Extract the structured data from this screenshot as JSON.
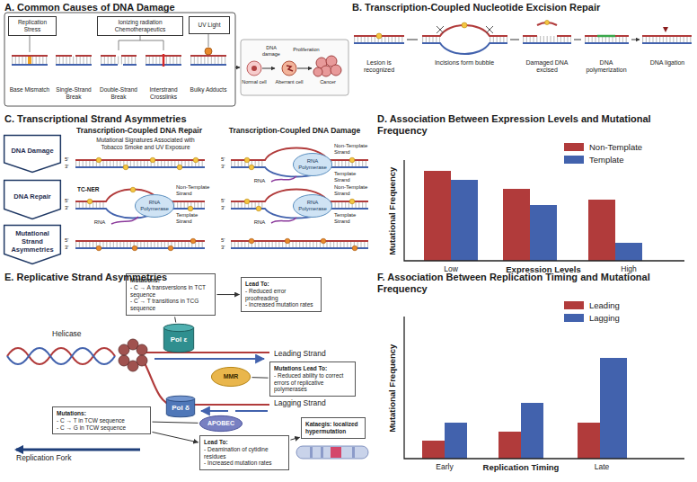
{
  "diagram": {
    "nodes": [
      {
        "text": [
          "Replication Stress"
        ]
      },
      {
        "text": [
          "Ionizing radiation Chemotherapeutics"
        ]
      },
      {
        "text": [
          "UV Light"
        ]
      },
      {
        "text": [
          "DNA Damage"
        ]
      },
      {
        "text": [
          "DNA Repair"
        ]
      },
      {
        "text": [
          "Mutational Strand Asymmetries"
        ]
      },
      {
        "text": [
          "RNA Polymerase"
        ]
      },
      {
        "text": [
          "RNA Polymerase"
        ]
      },
      {
        "text": [
          "RNA Polymerase"
        ]
      },
      {
        "text": [
          "Pol ε"
        ]
      },
      {
        "text": [
          "Mutations:",
          "- C → A transversions in TCT sequence",
          "- C → T transitions in TCG sequence"
        ]
      },
      {
        "text": [
          "Lead To:",
          "- Reduced error proofreading",
          "- Increased mutation rates"
        ]
      },
      {
        "text": [
          "MMR"
        ]
      },
      {
        "text": [
          "Mutations Lead To:",
          "- Reduced ability to correct errors of replicative polymerases"
        ]
      },
      {
        "text": [
          "Pol δ"
        ]
      },
      {
        "text": [
          "APOBEC"
        ]
      },
      {
        "text": [
          "Mutations:",
          "- C → T in TCW sequence",
          "- C → G in TCW sequence"
        ]
      },
      {
        "text": [
          "Lead To:",
          "- Deamination of cytidine residues",
          "- Increased mutation rates"
        ]
      },
      {
        "text": [
          "Kataegis: localized hypermutation"
        ]
      }
    ],
    "edges": [
      {
        "from": 9,
        "to": 10,
        "arrow": "none"
      },
      {
        "from": 10,
        "to": 11,
        "arrow": "to"
      },
      {
        "from": 12,
        "to": 13,
        "arrow": "none"
      },
      {
        "from": 15,
        "to": 16,
        "arrow": "none"
      },
      {
        "from": 16,
        "to": 17,
        "arrow": "to"
      },
      {
        "from": 17,
        "to": 18,
        "arrow": "to"
      }
    ],
    "labels": [
      "A. Common Causes of DNA Damage",
      "Base Mismatch",
      "Single-Strand Break",
      "Double-Strand Break",
      "Interstrand Crosslinks",
      "Bulky Adducts",
      "Normal cell",
      "DNA damage",
      "Aberrant cell",
      "Proliferation",
      "Cancer",
      "B. Transcription-Coupled Nucleotide Excision Repair",
      "Lesion is recognized",
      "Incisions form bubble",
      "Damaged DNA excised",
      "DNA polymerization",
      "DNA ligation",
      "C. Transcriptional Strand Asymmetries",
      "Transcription-Coupled DNA Repair",
      "Transcription-Coupled DNA Damage",
      "Mutational Signatures Associated with Tobacco Smoke and UV Exposure",
      "TC-NER",
      "5'",
      "3'",
      "5'",
      "3'",
      "Non-Template Strand",
      "Template Strand",
      "RNA",
      "5'",
      "3'",
      "Non-Template Strand",
      "Template Strand",
      "RNA",
      "5'",
      "3'",
      "Non-Template Strand",
      "Template Strand",
      "RNA",
      "5'",
      "3'",
      "5'",
      "3'",
      "D. Association Between Expression Levels and Mutational Frequency",
      "Mutational Frequency",
      "Low",
      "Expression Levels",
      "High",
      "E. Replicative Strand Asymmetries",
      "Helicase",
      "Leading Strand",
      "Lagging Strand",
      "Replication Fork",
      "F. Association Between Replication Timing and Mutational Frequency",
      "Mutational Frequency",
      "Early",
      "Replication Timing",
      "Late"
    ],
    "legend": [
      {
        "text": "Non-Template",
        "color": "#b13b3b"
      },
      {
        "text": "Template",
        "color": "#4262ad"
      },
      {
        "text": "Leading",
        "color": "#b13b3b"
      },
      {
        "text": "Lagging",
        "color": "#4262ad"
      }
    ]
  }
}
